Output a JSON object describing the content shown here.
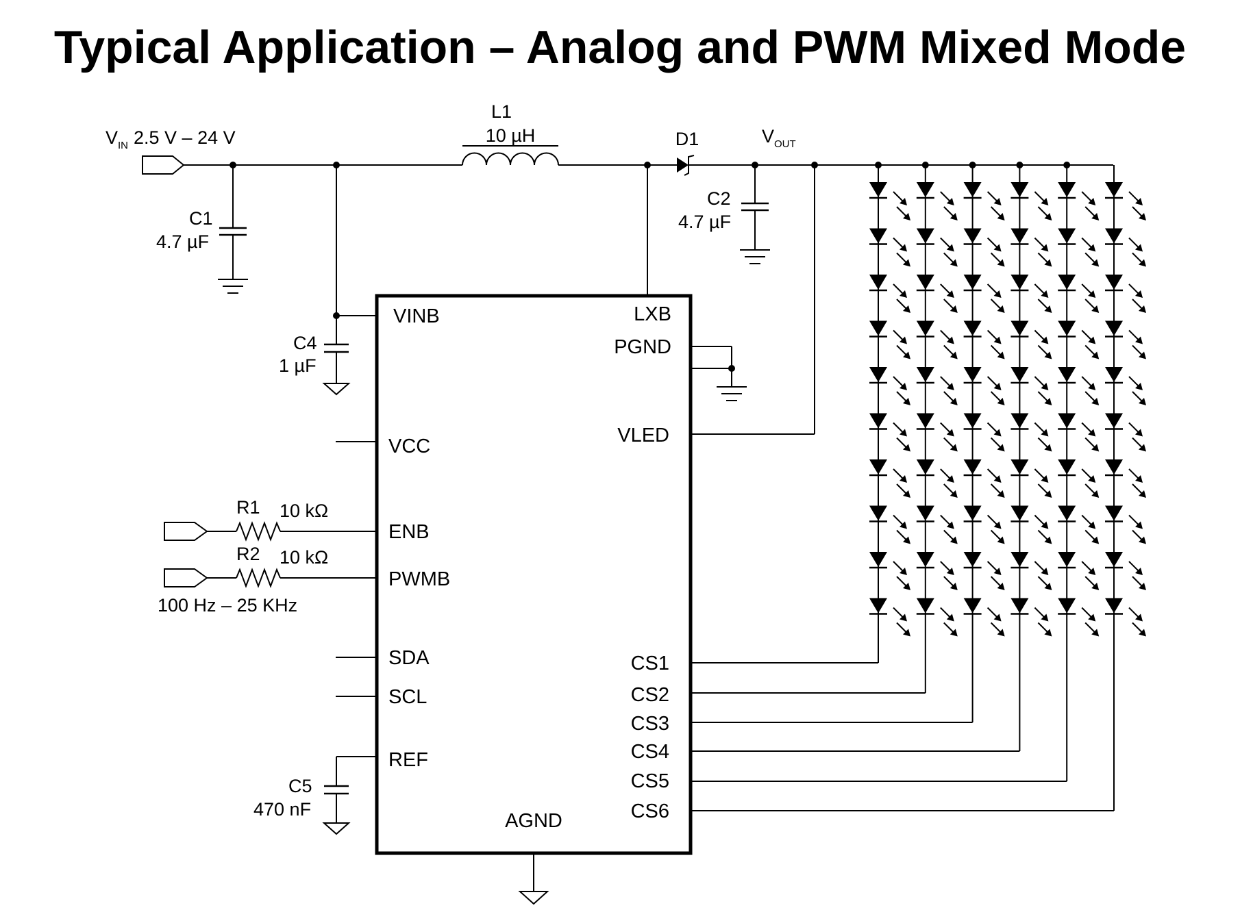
{
  "title": "Typical Application – Analog and PWM Mixed Mode",
  "supply": {
    "vin_symbol": "V",
    "vin_sub": "IN",
    "vin_range": "2.5 V – 24 V",
    "vout_symbol": "V",
    "vout_sub": "OUT"
  },
  "components": {
    "L1": {
      "name": "L1",
      "value": "10 µH"
    },
    "D1": {
      "name": "D1"
    },
    "C1": {
      "name": "C1",
      "value": "4.7 µF"
    },
    "C2": {
      "name": "C2",
      "value": "4.7 µF"
    },
    "C4": {
      "name": "C4",
      "value": "1 µF"
    },
    "C5": {
      "name": "C5",
      "value": "470 nF"
    },
    "R1": {
      "name": "R1",
      "value": "10 kΩ"
    },
    "R2": {
      "name": "R2",
      "value": "10 kΩ"
    }
  },
  "pwm_range": "100 Hz – 25 KHz",
  "ic": {
    "left_pins": [
      "VINB",
      "VCC",
      "ENB",
      "PWMB",
      "SDA",
      "SCL",
      "REF"
    ],
    "right_pins": [
      "LXB",
      "PGND",
      "VLED",
      "CS1",
      "CS2",
      "CS3",
      "CS4",
      "CS5",
      "CS6"
    ],
    "bottom_pin": "AGND"
  },
  "led_array": {
    "strings": 6,
    "leds_per_string": 10
  }
}
